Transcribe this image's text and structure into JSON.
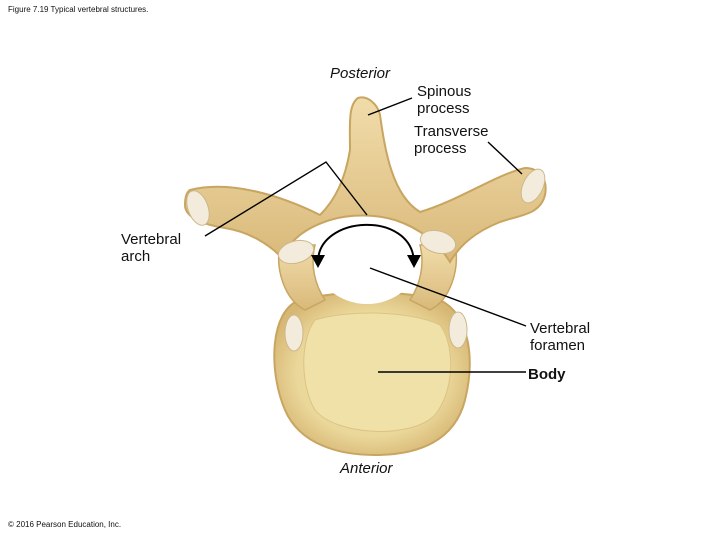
{
  "figure_caption": "Figure 7.19 Typical vertebral structures.",
  "copyright": "© 2016 Pearson Education, Inc.",
  "labels": {
    "posterior": "Posterior",
    "anterior": "Anterior",
    "spinous_process": [
      "Spinous",
      "process"
    ],
    "transverse_process": [
      "Transverse",
      "process"
    ],
    "vertebral_arch": [
      "Vertebral",
      "arch"
    ],
    "vertebral_foramen": [
      "Vertebral",
      "foramen"
    ],
    "body": "Body"
  },
  "colors": {
    "bone": "#e9d29c",
    "bone_shade": "#c9a866",
    "body_surface": "#efe0a6",
    "cartilage": "#f3ecdc",
    "leader": "#000000"
  }
}
